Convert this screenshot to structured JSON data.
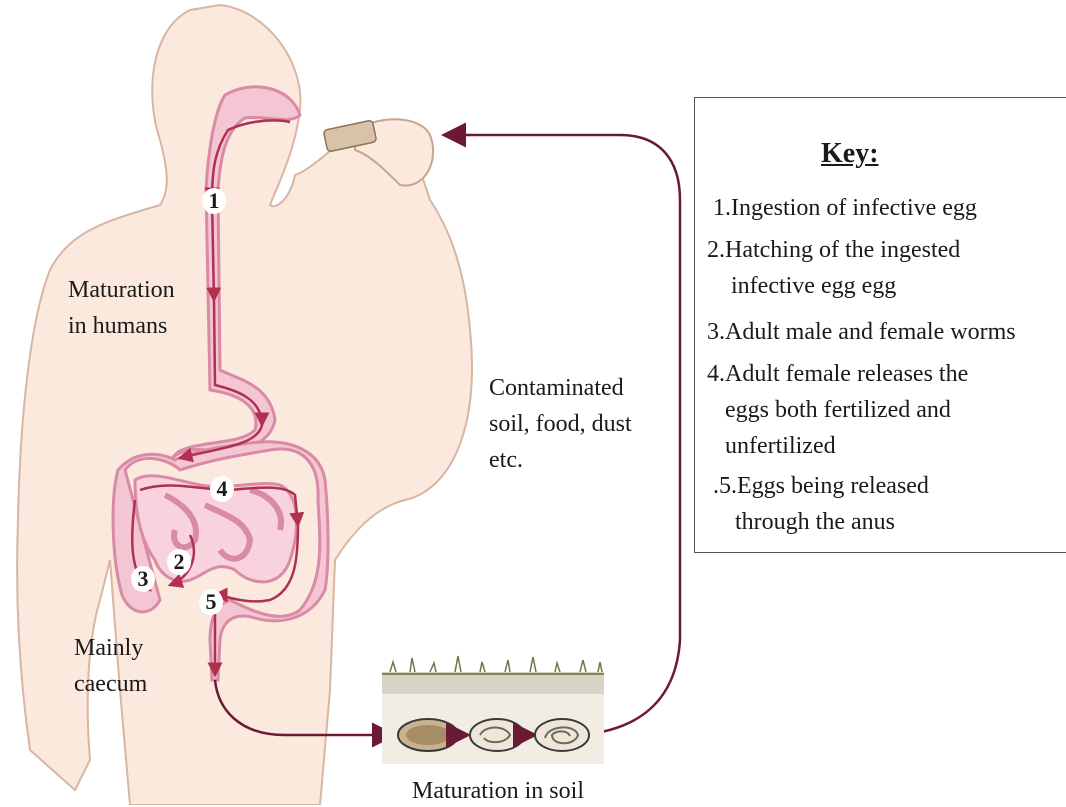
{
  "labels": {
    "maturation_humans_1": "Maturation",
    "maturation_humans_2": "in humans",
    "contaminated_1": "Contaminated",
    "contaminated_2": "soil, food, dust",
    "contaminated_3": "etc.",
    "mainly_1": "Mainly",
    "mainly_2": "caecum",
    "maturation_soil": "Maturation in soil"
  },
  "markers": [
    "1",
    "2",
    "3",
    "4",
    "5"
  ],
  "key": {
    "title": "Key:",
    "items": [
      {
        "line1": "1.Ingestion of infective egg"
      },
      {
        "line1": "2.Hatching of the ingested",
        "line2": "infective egg egg"
      },
      {
        "line1": "3.Adult male and female worms"
      },
      {
        "line1": "4.Adult female releases the",
        "line2": "eggs both fertilized and",
        "line3": "unfertilized"
      },
      {
        "line1": ".5.Eggs being released",
        "line2": "through the anus"
      }
    ]
  },
  "colors": {
    "arrow": "#6b1a33",
    "gut_fill": "#f4c6d4",
    "gut_stroke": "#d98aa6",
    "skin": "#fbe9dd",
    "skin_stroke": "#d7b6a3"
  }
}
